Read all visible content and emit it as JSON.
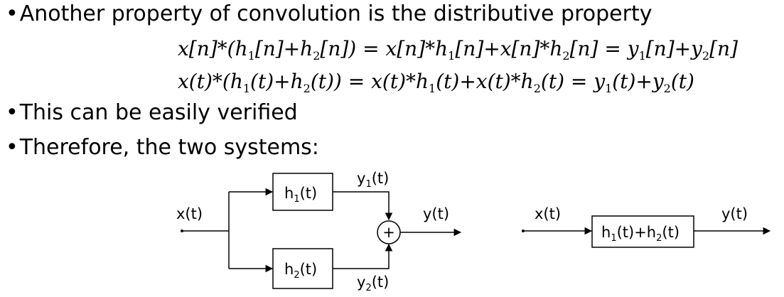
{
  "bullets": [
    "Another property of convolution is the distributive property",
    "This can be easily verified",
    "Therefore, the two systems:"
  ],
  "bullet_marker": "•",
  "equations": {
    "discrete": {
      "lhs_a": "x[n]*(h",
      "lhs_b": "[n]+h",
      "lhs_c": "[n]) = x[n]*h",
      "mid_a": "[n]+x[n]*h",
      "mid_b": "[n] = y",
      "rhs_a": "[n]+y",
      "rhs_b": "[n]",
      "sub1": "1",
      "sub2": "2"
    },
    "continuous": {
      "lhs_a": "x(t)*(h",
      "lhs_b": "(t)+h",
      "lhs_c": "(t)) = x(t)*h",
      "mid_a": "(t)+x(t)*h",
      "mid_b": "(t) = y",
      "rhs_a": "(t)+y",
      "rhs_b": "(t)",
      "sub1": "1",
      "sub2": "2"
    }
  },
  "diagram": {
    "parallel": {
      "input_label": "x(t)",
      "output_label": "y(t)",
      "box1_main": "h",
      "box1_sub": "1",
      "box1_arg": "(t)",
      "box2_main": "h",
      "box2_sub": "2",
      "box2_arg": "(t)",
      "y1_main": "y",
      "y1_sub": "1",
      "y1_arg": "(t)",
      "y2_main": "y",
      "y2_sub": "2",
      "y2_arg": "(t)",
      "adder_symbol": "+"
    },
    "combined": {
      "input_label": "x(t)",
      "output_label": "y(t)",
      "box_h1": "h",
      "box_sub1": "1",
      "box_mid": "(t)+h",
      "box_sub2": "2",
      "box_end": "(t)"
    }
  }
}
